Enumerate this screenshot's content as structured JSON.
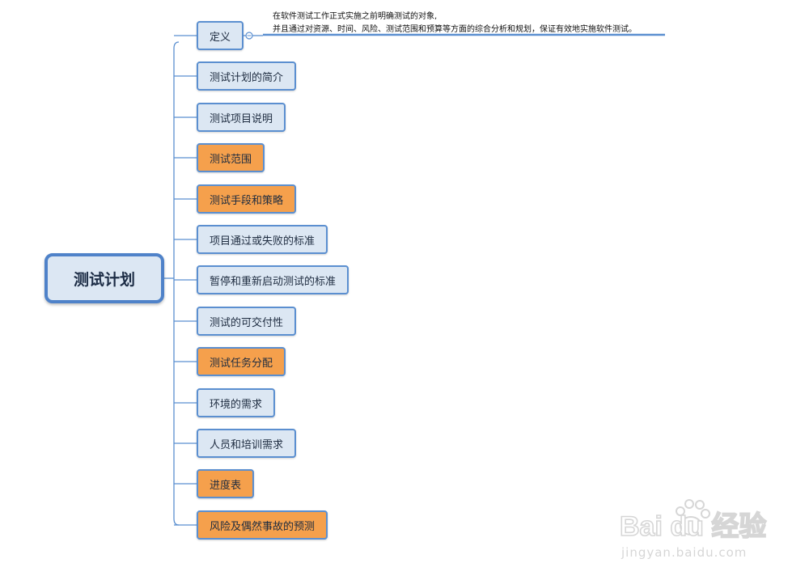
{
  "root": {
    "label": "测试计划"
  },
  "definition_note": {
    "line1": "在软件测试工作正式实施之前明确测试的对象,",
    "line2": "并且通过对资源、时间、风险、测试范围和预算等方面的综合分析和规划，保证有效地实施软件测试。"
  },
  "branches": [
    {
      "label": "定义",
      "color": "blue"
    },
    {
      "label": "测试计划的简介",
      "color": "blue"
    },
    {
      "label": "测试项目说明",
      "color": "blue"
    },
    {
      "label": "测试范围",
      "color": "orange"
    },
    {
      "label": "测试手段和策略",
      "color": "orange"
    },
    {
      "label": "项目通过或失败的标准",
      "color": "blue"
    },
    {
      "label": "暂停和重新启动测试的标准",
      "color": "blue"
    },
    {
      "label": "测试的可交付性",
      "color": "blue"
    },
    {
      "label": "测试任务分配",
      "color": "orange"
    },
    {
      "label": "环境的需求",
      "color": "blue"
    },
    {
      "label": "人员和培训需求",
      "color": "blue"
    },
    {
      "label": "进度表",
      "color": "orange"
    },
    {
      "label": "风险及偶然事故的预测",
      "color": "orange"
    }
  ],
  "watermark": {
    "logo_text": "Bai du 经验",
    "url": "jingyan.baidu.com"
  },
  "colors": {
    "node_blue_fill": "#dce7f3",
    "node_orange_fill": "#f5a04c",
    "border_blue": "#5b8fd0",
    "root_border": "#4f82c9"
  }
}
